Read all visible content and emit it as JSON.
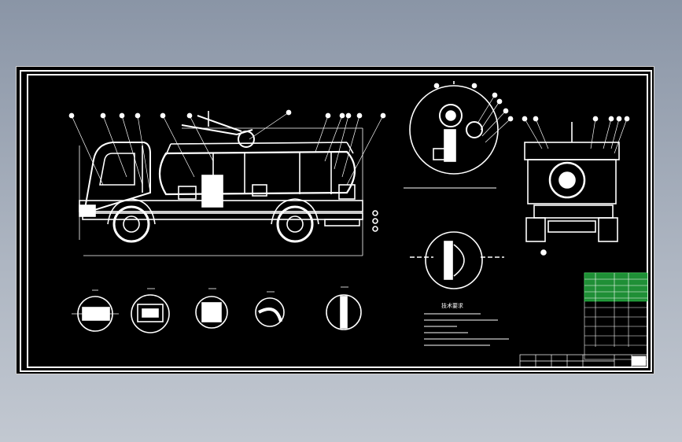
{
  "drawing": {
    "notes_title": "技术要求",
    "notes_lines": [
      "",
      "",
      "",
      "",
      "",
      ""
    ],
    "colors": {
      "background": "#000000",
      "lines": "#ffffff",
      "highlight": "#2bd04a",
      "frame": "#ffffff"
    },
    "views": [
      "side-view",
      "rear-view",
      "pump-detail",
      "valve-detail",
      "section-a",
      "section-b",
      "section-c",
      "section-d",
      "section-e"
    ]
  }
}
